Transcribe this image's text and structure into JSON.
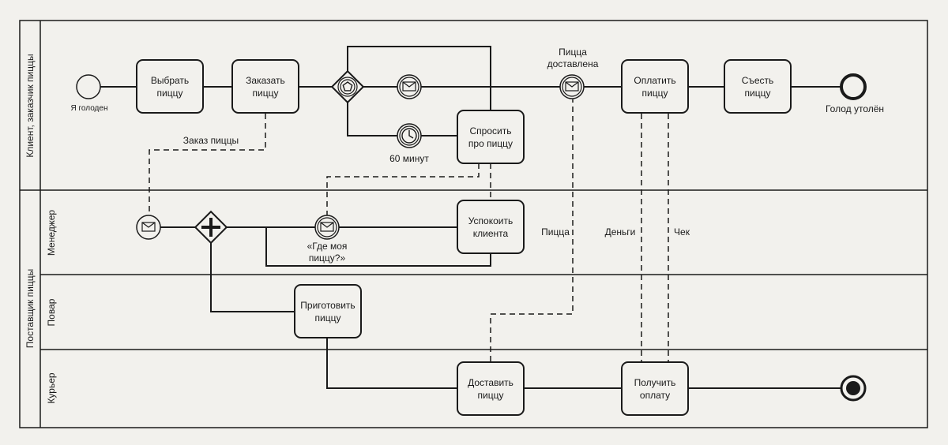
{
  "pools": {
    "client": "Клиент, заказчик пиццы",
    "supplier": "Поставщик пиццы"
  },
  "lanes": {
    "manager": "Менеджер",
    "cook": "Повар",
    "courier": "Курьер"
  },
  "tasks": {
    "choose": "Выбрать\nпиццу",
    "order": "Заказать\nпиццу",
    "ask": "Спросить\nпро пиццу",
    "pay": "Оплатить\nпиццу",
    "eat": "Съесть\nпиццу",
    "calm": "Успокоить\nклиента",
    "cook": "Приготовить\nпиццу",
    "deliver": "Доставить\nпиццу",
    "receive": "Получить\nоплату"
  },
  "events": {
    "start": "Я голоден",
    "end": "Голод утолён",
    "timer": "60 минут",
    "delivered": "Пицца\nдоставлена",
    "where": "«Где моя\nпиццу?»"
  },
  "flows": {
    "order_msg": "Заказ пиццы",
    "pizza": "Пицца",
    "money": "Деньги",
    "check": "Чек"
  },
  "colors": {
    "background": "#f2f1ed",
    "stroke": "#1a1a1a"
  }
}
